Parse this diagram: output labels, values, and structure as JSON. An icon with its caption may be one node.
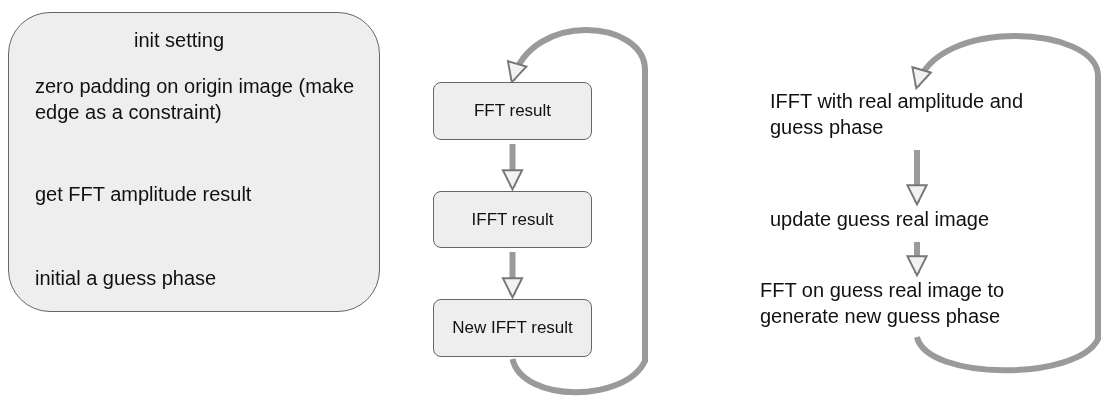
{
  "diagram": {
    "nodes": [
      {
        "text": [
          "init setting",
          "zero padding on origin image (make edge as a constraint)",
          "get FFT amplitude result",
          "initial a guess phase"
        ]
      },
      {
        "text": [
          "FFT result"
        ]
      },
      {
        "text": [
          "IFFT result"
        ]
      },
      {
        "text": [
          "New IFFT result"
        ]
      },
      {
        "text": [
          "IFFT with real amplitude and guess phase"
        ]
      },
      {
        "text": [
          "update guess real image"
        ]
      },
      {
        "text": [
          "FFT on guess real image to generate new guess phase"
        ]
      }
    ],
    "edges": [
      {
        "from": 1,
        "to": 2,
        "arrow": "to"
      },
      {
        "from": 2,
        "to": 3,
        "arrow": "to"
      },
      {
        "from": 3,
        "to": 1,
        "arrow": "to"
      },
      {
        "from": 4,
        "to": 5,
        "arrow": "to"
      },
      {
        "from": 5,
        "to": 6,
        "arrow": "to"
      },
      {
        "from": 6,
        "to": 4,
        "arrow": "to"
      }
    ]
  }
}
